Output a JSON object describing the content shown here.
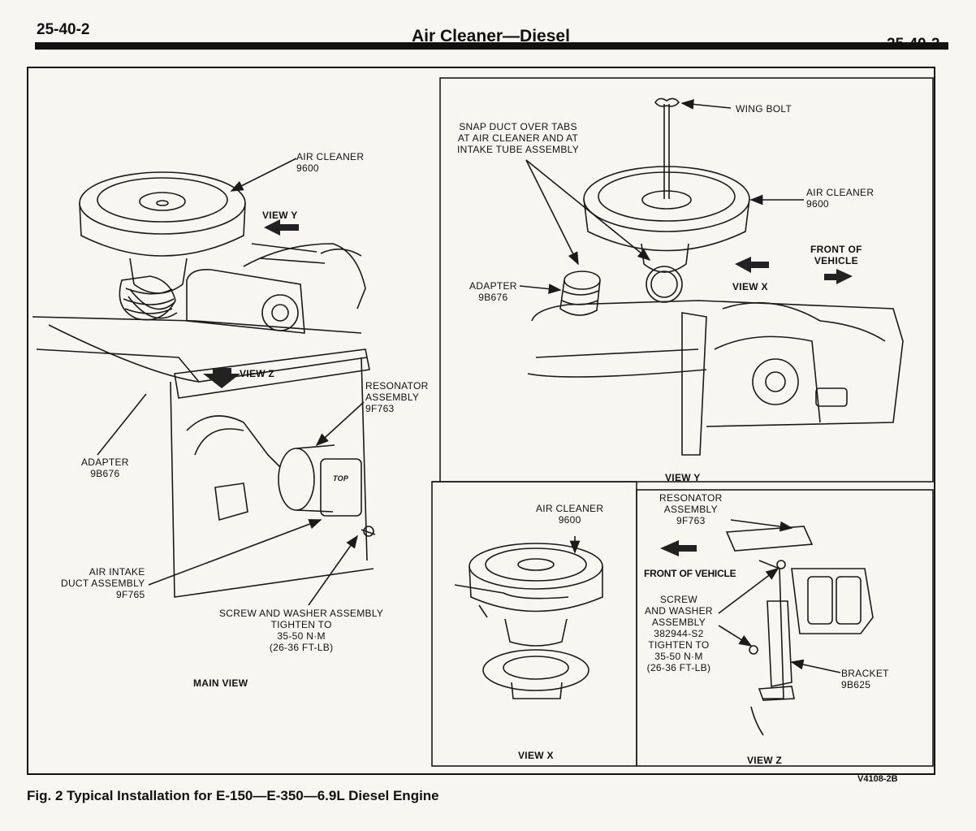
{
  "header": {
    "page_left": "25-40-2",
    "title": "Air Cleaner—Diesel",
    "page_right": "25-40-2"
  },
  "main_view": {
    "air_cleaner": "AIR CLEANER\n9600",
    "view_y": "VIEW Y",
    "view_z": "VIEW Z",
    "resonator": "RESONATOR\nASSEMBLY\n9F763",
    "adapter": "ADAPTER\n9B676",
    "duct": "AIR INTAKE\nDUCT ASSEMBLY\n9F765",
    "screw": "SCREW AND WASHER ASSEMBLY\nTIGHTEN TO\n35-50 N·m\n(26-36 FT-LB)",
    "top_tag": "TOP",
    "caption": "MAIN VIEW"
  },
  "view_y_panel": {
    "wing_bolt": "WING BOLT",
    "snap_duct": "SNAP DUCT OVER TABS\nAT AIR CLEANER AND AT\nINTAKE TUBE ASSEMBLY",
    "air_cleaner": "AIR CLEANER\n9600",
    "front": "FRONT OF\nVEHICLE",
    "adapter": "ADAPTER\n9B676",
    "view_x": "VIEW X",
    "caption": "VIEW Y"
  },
  "view_x_panel": {
    "air_cleaner": "AIR CLEANER\n9600",
    "caption": "VIEW X"
  },
  "view_z_panel": {
    "resonator": "RESONATOR\nASSEMBLY\n9F763",
    "front": "FRONT OF VEHICLE",
    "screw": "SCREW\nAND WASHER\nASSEMBLY\n382944-S2\nTIGHTEN TO\n35-50 N·m\n(26-36 FT-LB)",
    "bracket": "BRACKET\n9B625",
    "caption": "VIEW Z"
  },
  "figure": {
    "code": "V4108-2B",
    "caption": "Fig. 2  Typical Installation for E-150—E-350—6.9L Diesel Engine"
  }
}
